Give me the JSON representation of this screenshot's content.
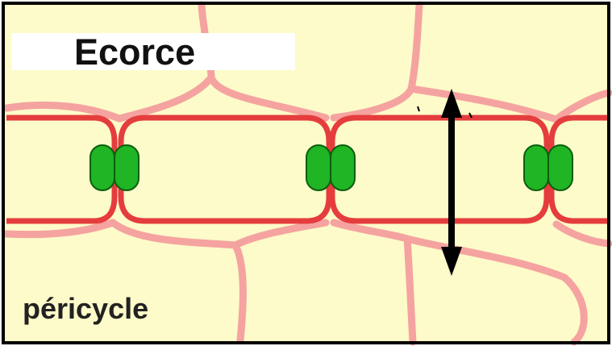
{
  "labels": {
    "top": "Ecorce",
    "bottom": "péricycle"
  },
  "colors": {
    "background": "#fdfbc9",
    "cortex_walls": "#f5a3a0",
    "endodermis_walls": "#e53d3d",
    "casparian_strip": "#1fb524",
    "casparian_outline": "#0c5e0e",
    "arrow": "#000000",
    "frame": "#000000"
  },
  "icons": {
    "arrow": "double-headed-vertical-arrow",
    "casparian_strip": "green-paired-oval-band"
  }
}
